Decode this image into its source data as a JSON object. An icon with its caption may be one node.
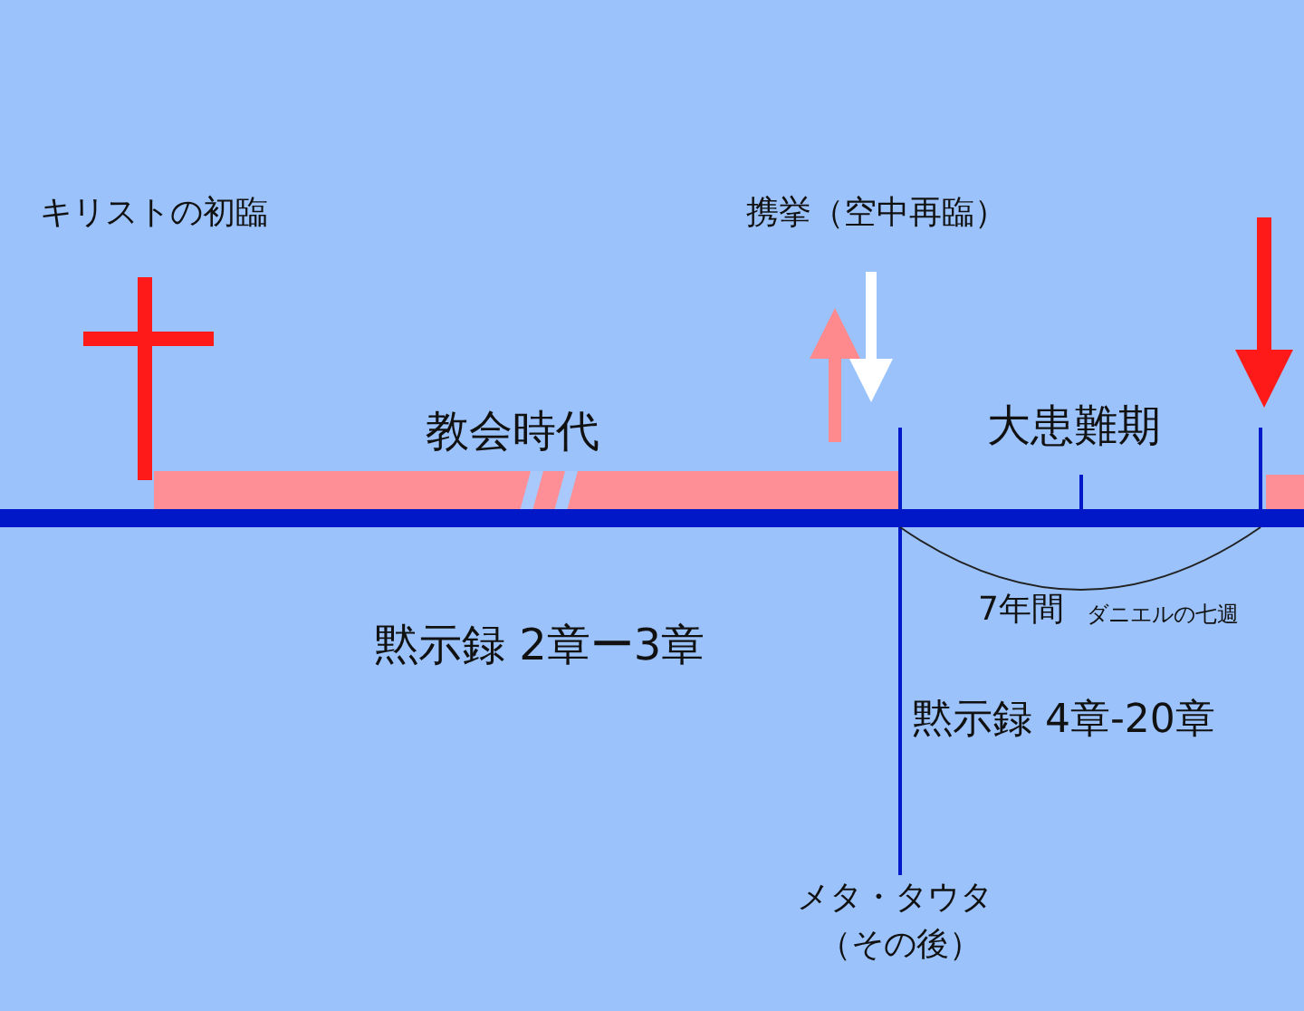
{
  "diagram": {
    "labels": [
      "キリストの初臨",
      "携挙（空中再臨）",
      "教会時代",
      "大患難期",
      "7年間",
      "ダニエルの七週",
      "黙示録 2章ー3章",
      "黙示録 4章-20章",
      "メタ・タウタ",
      "（その後）"
    ]
  }
}
